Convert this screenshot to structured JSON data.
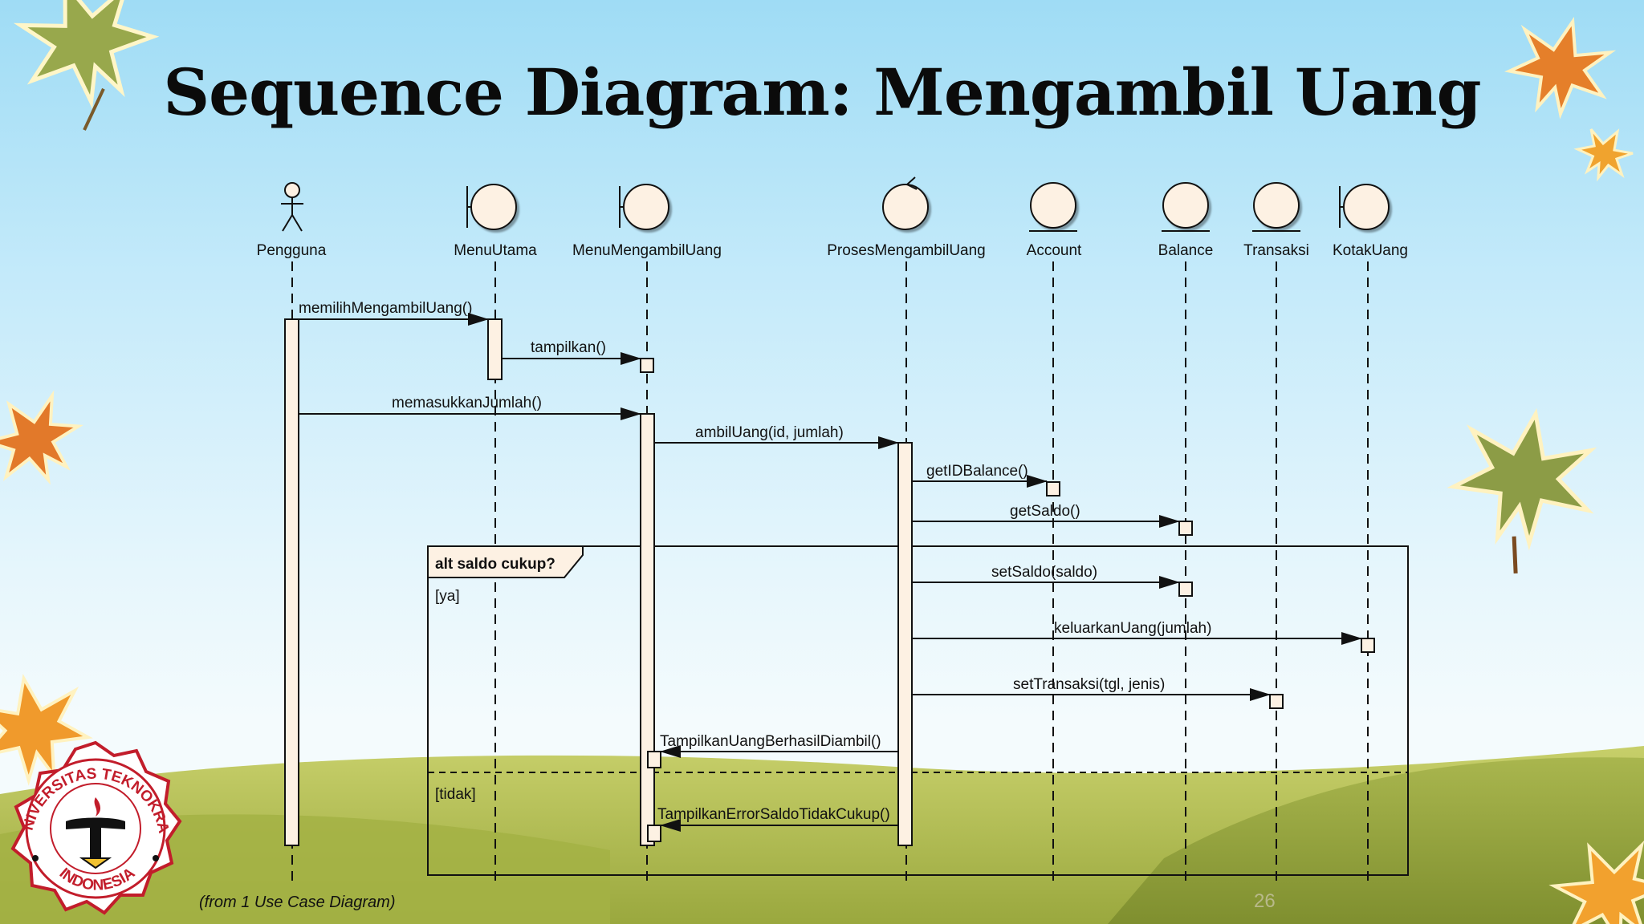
{
  "slide": {
    "title": "Sequence Diagram: Mengambil Uang",
    "footer_note": "(from 1 Use Case Diagram)",
    "page_number": "26"
  },
  "logo": {
    "top_text": "UNIVERSITAS TEKNOKRAT",
    "bottom_text": "INDONESIA",
    "colors": {
      "red": "#c21d2b",
      "black": "#111111",
      "yellow": "#f2c230"
    }
  },
  "colors": {
    "lifeline_fill": "#fdf1e3",
    "activation_fill": "#fdf1e3",
    "line": "#111111",
    "sky": "#a6def5",
    "hill_green": "#9bae44",
    "leaf_orange": "#e8812a",
    "leaf_green": "#8fa04a"
  },
  "lifelines": [
    {
      "id": "pengguna",
      "name": "Pengguna",
      "kind": "actor",
      "icon": "actor-icon"
    },
    {
      "id": "menuutama",
      "name": "MenuUtama",
      "kind": "boundary",
      "icon": "boundary-icon"
    },
    {
      "id": "menumengambil",
      "name": "MenuMengambilUang",
      "kind": "boundary",
      "icon": "boundary-icon"
    },
    {
      "id": "proses",
      "name": "ProsesMengambilUang",
      "kind": "control",
      "icon": "control-icon"
    },
    {
      "id": "account",
      "name": "Account",
      "kind": "entity",
      "icon": "entity-icon"
    },
    {
      "id": "balance",
      "name": "Balance",
      "kind": "entity",
      "icon": "entity-icon"
    },
    {
      "id": "transaksi",
      "name": "Transaksi",
      "kind": "entity",
      "icon": "entity-icon"
    },
    {
      "id": "kotakuang",
      "name": "KotakUang",
      "kind": "boundary",
      "icon": "boundary-icon"
    }
  ],
  "messages": [
    {
      "label": "memilihMengambilUang()",
      "from": "pengguna",
      "to": "menuutama"
    },
    {
      "label": "tampilkan()",
      "from": "menuutama",
      "to": "menumengambil"
    },
    {
      "label": "memasukkanJumlah()",
      "from": "pengguna",
      "to": "menumengambil"
    },
    {
      "label": "ambilUang(id, jumlah)",
      "from": "menumengambil",
      "to": "proses"
    },
    {
      "label": "getIDBalance()",
      "from": "proses",
      "to": "account"
    },
    {
      "label": "getSaldo()",
      "from": "proses",
      "to": "balance"
    },
    {
      "label": "setSaldo(saldo)",
      "from": "proses",
      "to": "balance"
    },
    {
      "label": "keluarkanUang(jumlah)",
      "from": "proses",
      "to": "kotakuang"
    },
    {
      "label": "setTransaksi(tgl, jenis)",
      "from": "proses",
      "to": "transaksi"
    },
    {
      "label": "TampilkanUangBerhasilDiambil()",
      "from": "proses",
      "to": "menumengambil"
    },
    {
      "label": "TampilkanErrorSaldoTidakCukup()",
      "from": "proses",
      "to": "menumengambil"
    }
  ],
  "fragment": {
    "operator_label": "alt saldo cukup?",
    "guards": [
      "[ya]",
      "[tidak]"
    ]
  }
}
